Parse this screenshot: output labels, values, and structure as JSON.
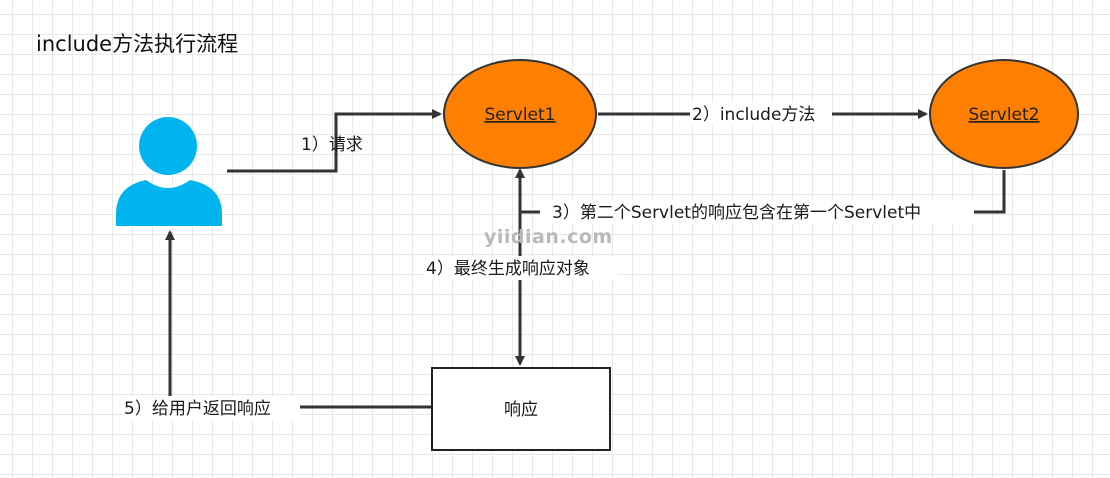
{
  "title": "include方法执行流程",
  "watermark": "yiidian.com",
  "nodes": {
    "servlet1": "Servlet1",
    "servlet2": "Servlet2",
    "response": "响应"
  },
  "edges": {
    "step1": "1）请求",
    "step2": "2）include方法",
    "step3": "3）第二个Servlet的响应包含在第一个Servlet中",
    "step4": "4）最终生成响应对象",
    "step5": "5）给用户返回响应"
  },
  "colors": {
    "servlet_fill": "#ff7f00",
    "user_fill": "#00b4f0",
    "edge": "#333333"
  },
  "icons": {
    "user": "user-icon"
  }
}
